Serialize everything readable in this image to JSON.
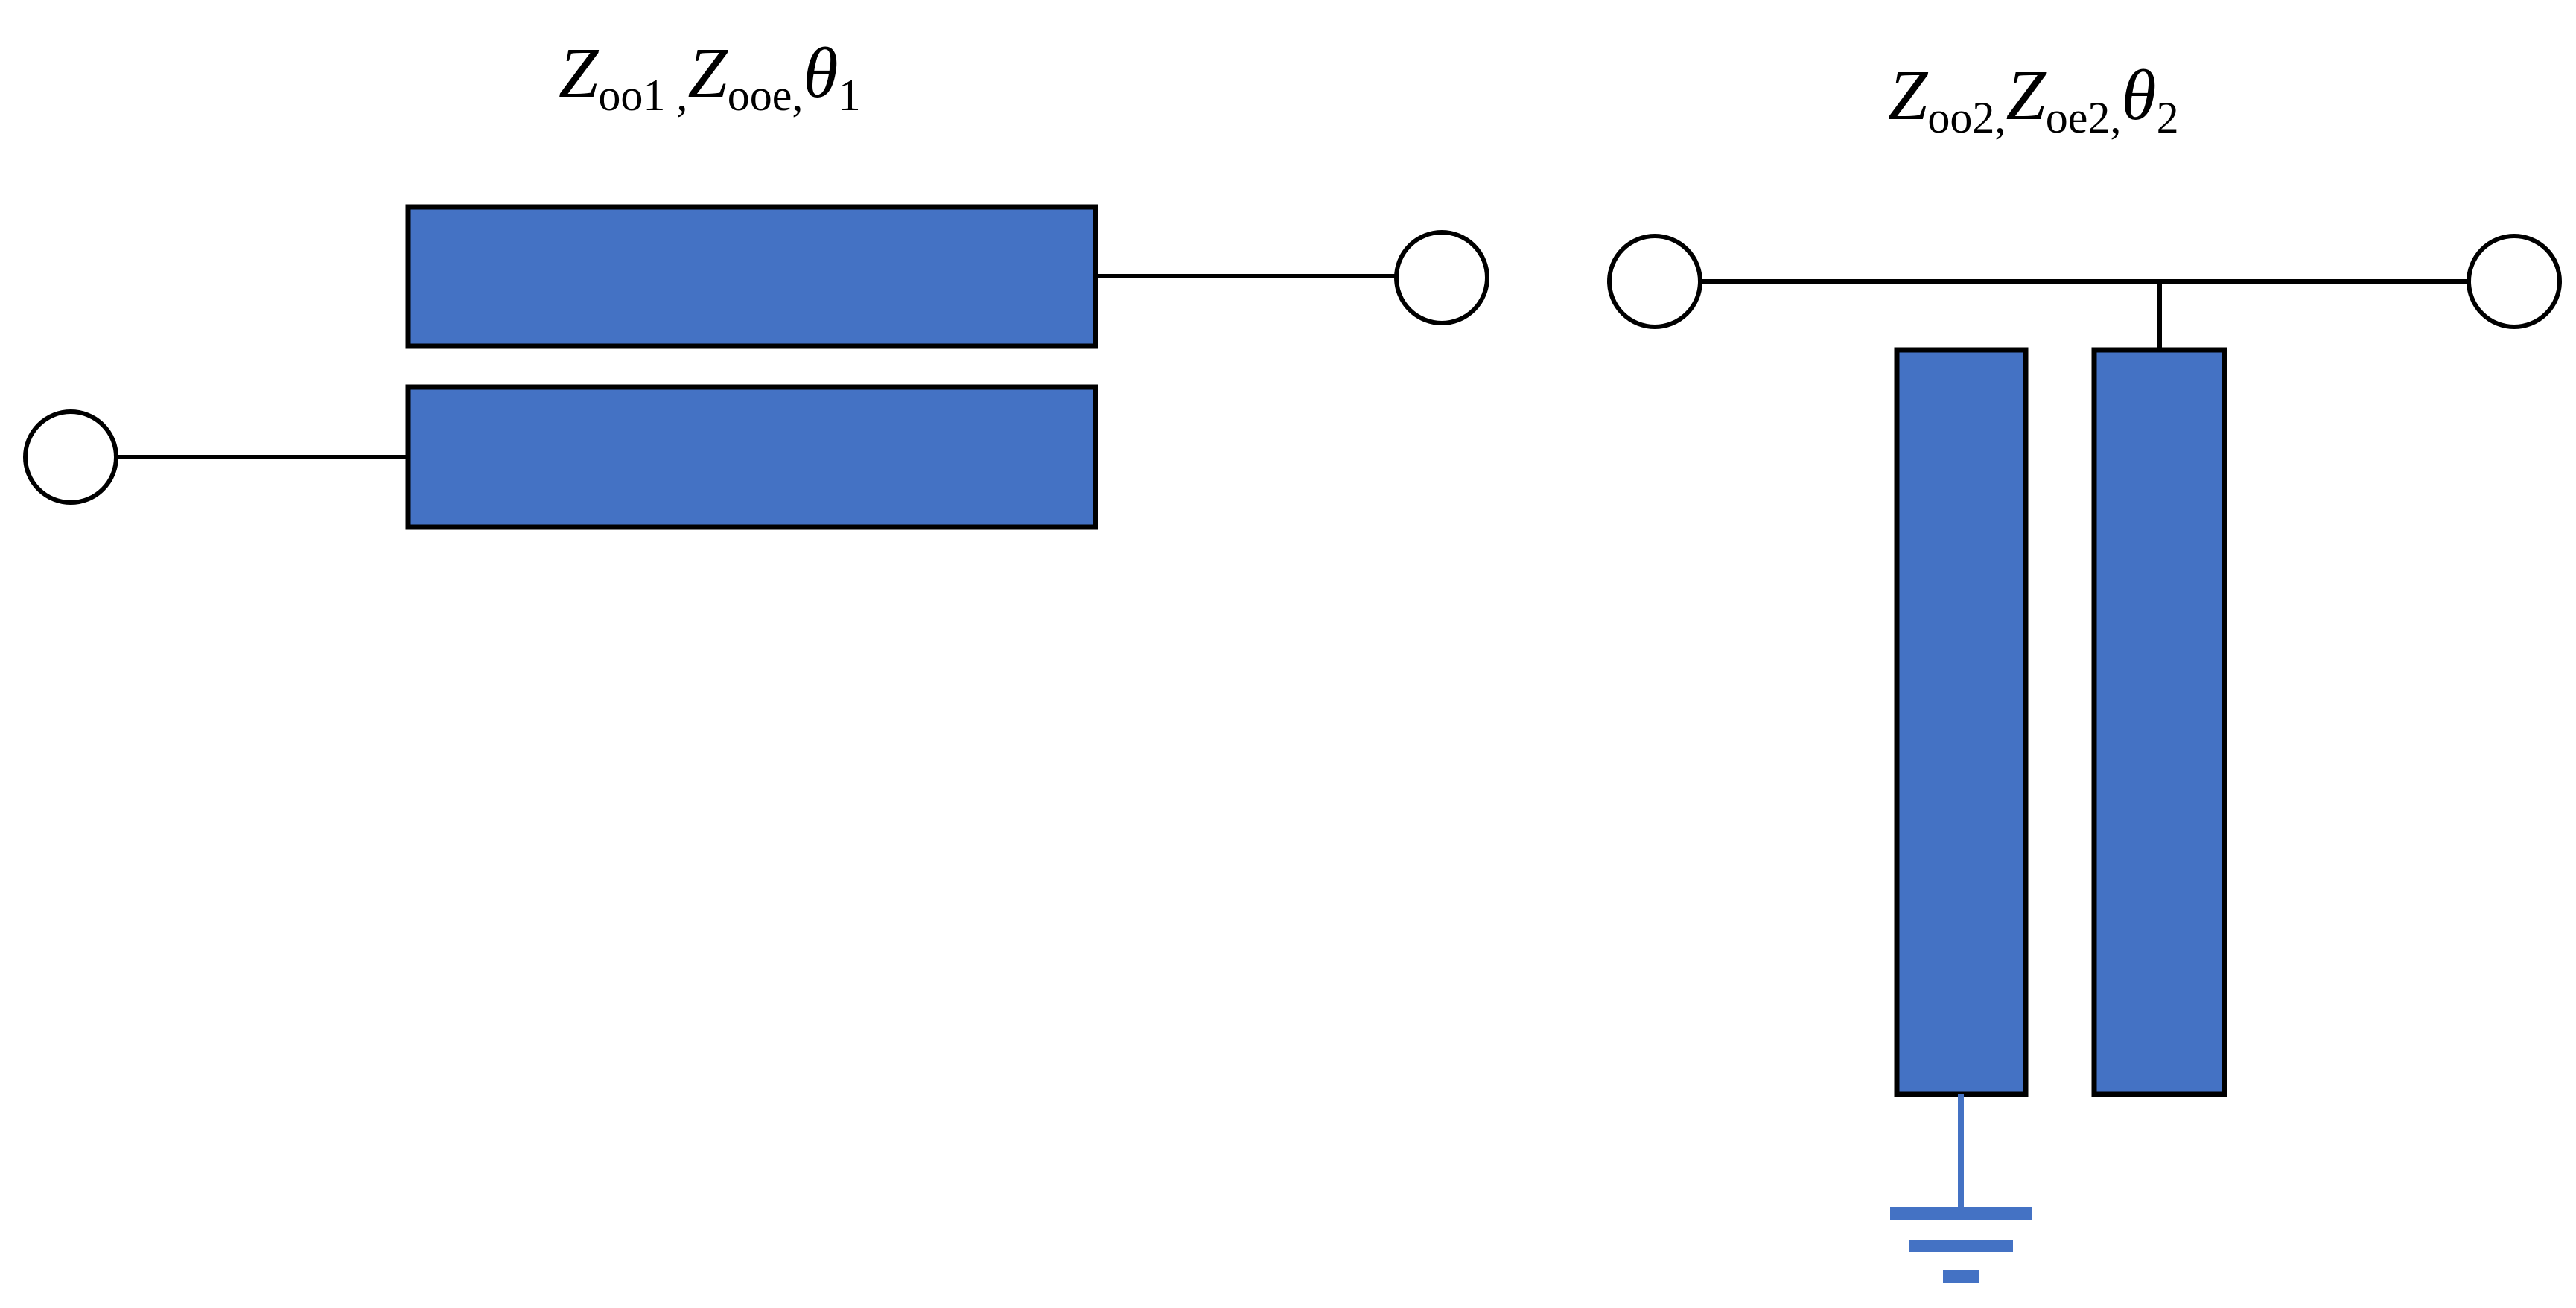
{
  "colors": {
    "line_fill": "#4472C4",
    "outline": "#000000",
    "ground": "#4472C4",
    "background": "#FFFFFF"
  },
  "left_section": {
    "label": {
      "z1": "Z",
      "z1_sub": "oo1 ,",
      "z2": "Z",
      "z2_sub": "ooe,",
      "theta": "θ",
      "theta_sub": "1"
    }
  },
  "right_section": {
    "label": {
      "z1": "Z",
      "z1_sub": "oo2,",
      "z2": "Z",
      "z2_sub": "oe2,",
      "theta": "θ",
      "theta_sub": "2"
    },
    "ground_icon": "ground-icon"
  }
}
